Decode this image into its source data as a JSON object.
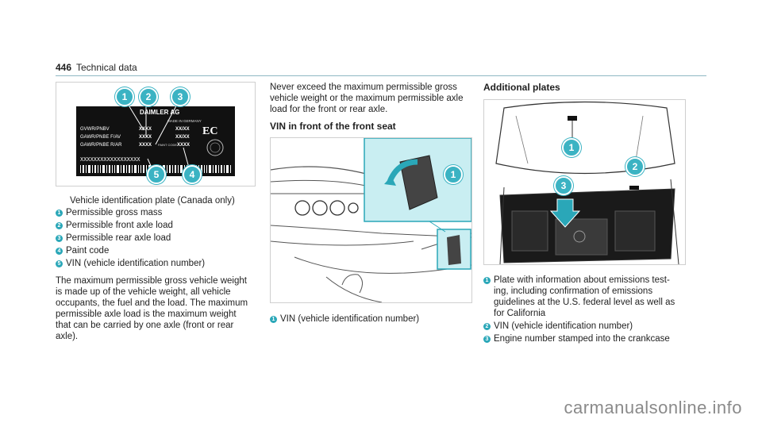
{
  "header": {
    "page_number": "446",
    "section_title": "Technical data"
  },
  "plate_figure": {
    "brand": "DAIMLER AG",
    "made_in": "MADE IN GERMANY",
    "rows": [
      {
        "label": "GVWR/PNBV",
        "val1": "XXXX",
        "unit1": "XX/XX"
      },
      {
        "label": "GAWR/PNBE F/AV",
        "val1": "XXXX",
        "unit1": "XX/XX"
      },
      {
        "label": "GAWR/PNBE R/AR",
        "val1": "XXXX",
        "paint_label": "PAINT CODE",
        "paint_val": "XXXX"
      }
    ],
    "vin": "XXXXXXXXXXXXXXXXXX",
    "mark": "EC"
  },
  "left_column": {
    "caption": "Vehicle identification plate (Canada only)",
    "items": [
      {
        "n": "1",
        "text": "Permissible gross mass"
      },
      {
        "n": "2",
        "text": "Permissible front axle load"
      },
      {
        "n": "3",
        "text": "Permissible rear axle load"
      },
      {
        "n": "4",
        "text": "Paint code"
      },
      {
        "n": "5",
        "text": "VIN (vehicle identification number)"
      }
    ],
    "paragraph": [
      "The maximum permissible gross vehicle weight",
      "is made up of the vehicle weight, all vehicle",
      "occupants, the fuel and the load. The maximum",
      "permissible axle load is the maximum weight",
      "that can be carried by one axle (front or rear",
      "axle)."
    ]
  },
  "middle_column": {
    "paragraph": [
      "Never exceed the maximum permissible gross",
      "vehicle weight or the maximum permissible axle",
      "load for the front or rear axle."
    ],
    "heading": "VIN in front of the front seat",
    "items": [
      {
        "n": "1",
        "text": "VIN (vehicle identification number)"
      }
    ]
  },
  "right_column": {
    "heading": "Additional plates",
    "items": [
      {
        "n": "1",
        "lines": [
          "Plate with information about emissions test-",
          "ing, including confirmation of emissions",
          "guidelines at the U.S. federal level as well as",
          "for California"
        ]
      },
      {
        "n": "2",
        "lines": [
          "VIN (vehicle identification number)"
        ]
      },
      {
        "n": "3",
        "lines": [
          "Engine number stamped into the crankcase"
        ]
      }
    ]
  },
  "colors": {
    "accent": "#2aa7b8",
    "highlight": "#c9eef2"
  },
  "footer": {
    "watermark": "carmanualsonline.info"
  }
}
